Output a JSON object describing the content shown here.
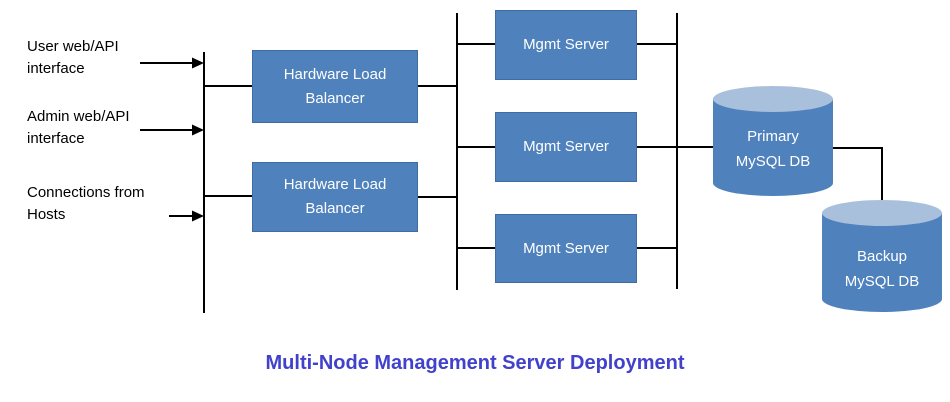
{
  "diagram": {
    "title": "Multi-Node Management Server Deployment",
    "inputs": [
      {
        "label": "User web/API\ninterface"
      },
      {
        "label": "Admin web/API\ninterface"
      },
      {
        "label": "Connections from\nHosts"
      }
    ],
    "load_balancers": [
      {
        "label": "Hardware Load\nBalancer"
      },
      {
        "label": "Hardware Load\nBalancer"
      }
    ],
    "mgmt_servers": [
      {
        "label": "Mgmt Server"
      },
      {
        "label": "Mgmt Server"
      },
      {
        "label": "Mgmt Server"
      }
    ],
    "databases": [
      {
        "label": "Primary\nMySQL DB"
      },
      {
        "label": "Backup\nMySQL DB"
      }
    ],
    "colors": {
      "node_fill": "#4f81bd",
      "node_border": "#3e6ca3",
      "cylinder_top": "#a9c0dc",
      "node_text": "#ffffff",
      "label_text": "#000000",
      "line": "#000000",
      "title": "#4141cb"
    }
  }
}
